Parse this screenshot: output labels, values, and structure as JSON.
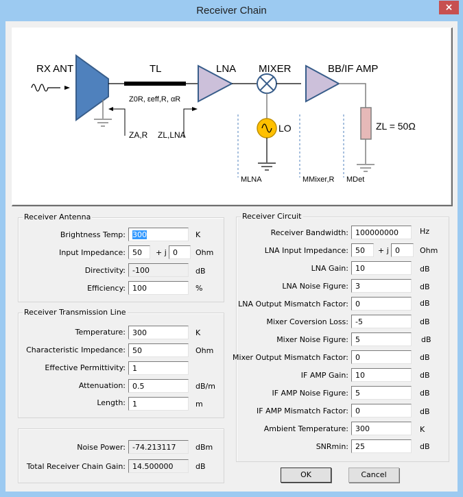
{
  "window": {
    "title": "Receiver Chain",
    "close_label": "×"
  },
  "diagram": {
    "rx_ant": "RX ANT",
    "tl": "TL",
    "lna": "LNA",
    "mixer": "MIXER",
    "bb_if_amp": "BB/IF AMP",
    "lo": "LO",
    "tl_params": "Z0R, εeff,R, αR",
    "z_ar": "ZA,R",
    "z_llna": "ZL,LNA",
    "z_load": "ZL = 50Ω",
    "m_lna": "MLNA",
    "m_mixer": "MMixer,R",
    "m_det": "MDet",
    "colors": {
      "antenna": "#4f81bd",
      "amp": "#ccc0da",
      "lo": "#ffc000",
      "load": "#e6b9b8",
      "outline": "#385d8a",
      "marker": "#4f81bd"
    }
  },
  "receiver_antenna": {
    "title": "Receiver Antenna",
    "brightness_temp": {
      "label": "Brightness Temp:",
      "value": "300",
      "unit": "K"
    },
    "input_impedance": {
      "label": "Input Impedance:",
      "real": "50",
      "sep": "+ j",
      "imag": "0",
      "unit": "Ohm"
    },
    "directivity": {
      "label": "Directivity:",
      "value": "-100",
      "unit": "dB"
    },
    "efficiency": {
      "label": "Efficiency:",
      "value": "100",
      "unit": "%"
    }
  },
  "transmission_line": {
    "title": "Receiver Transmission Line",
    "temperature": {
      "label": "Temperature:",
      "value": "300",
      "unit": "K"
    },
    "char_impedance": {
      "label": "Characteristic Impedance:",
      "value": "50",
      "unit": "Ohm"
    },
    "eff_permittivity": {
      "label": "Effective Permittivity:",
      "value": "1",
      "unit": ""
    },
    "attenuation": {
      "label": "Attenuation:",
      "value": "0.5",
      "unit": "dB/m"
    },
    "length": {
      "label": "Length:",
      "value": "1",
      "unit": "m"
    }
  },
  "results": {
    "noise_power": {
      "label": "Noise Power:",
      "value": "-74.213117",
      "unit": "dBm"
    },
    "total_gain": {
      "label": "Total Receiver Chain Gain:",
      "value": "14.500000",
      "unit": "dB"
    }
  },
  "receiver_circuit": {
    "title": "Receiver Circuit",
    "bandwidth": {
      "label": "Receiver Bandwidth:",
      "value": "100000000",
      "unit": "Hz"
    },
    "lna_input_impedance": {
      "label": "LNA Input Impedance:",
      "real": "50",
      "sep": "+ j",
      "imag": "0",
      "unit": "Ohm"
    },
    "lna_gain": {
      "label": "LNA Gain:",
      "value": "10",
      "unit": "dB"
    },
    "lna_nf": {
      "label": "LNA Noise Figure:",
      "value": "3",
      "unit": "dB"
    },
    "lna_mismatch": {
      "label": "LNA Output Mismatch Factor:",
      "value": "0",
      "unit": "dB"
    },
    "mixer_loss": {
      "label": "Mixer Coversion Loss:",
      "value": "-5",
      "unit": "dB"
    },
    "mixer_nf": {
      "label": "Mixer Noise Figure:",
      "value": "5",
      "unit": "dB"
    },
    "mixer_mismatch": {
      "label": "Mixer Output Mismatch Factor:",
      "value": "0",
      "unit": "dB"
    },
    "if_gain": {
      "label": "IF AMP Gain:",
      "value": "10",
      "unit": "dB"
    },
    "if_nf": {
      "label": "IF AMP Noise Figure:",
      "value": "5",
      "unit": "dB"
    },
    "if_mismatch": {
      "label": "IF AMP Mismatch Factor:",
      "value": "0",
      "unit": "dB"
    },
    "ambient_temp": {
      "label": "Ambient Temperature:",
      "value": "300",
      "unit": "K"
    },
    "snr_min": {
      "label": "SNRmin:",
      "value": "25",
      "unit": "dB"
    }
  },
  "buttons": {
    "ok": "OK",
    "cancel": "Cancel"
  }
}
